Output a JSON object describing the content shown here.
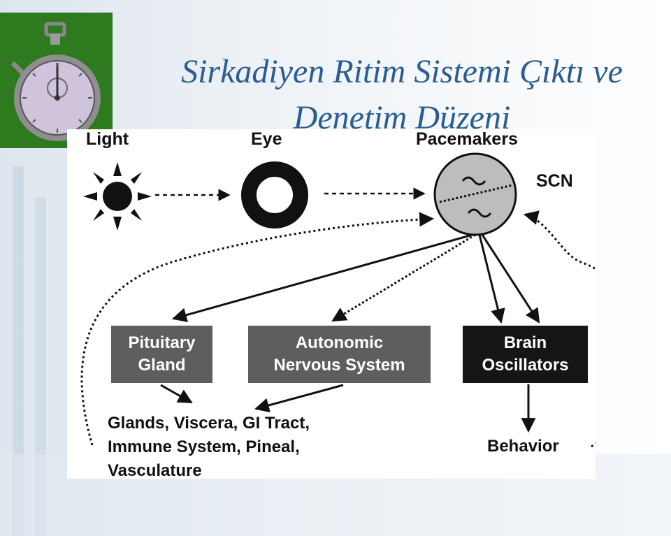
{
  "slide": {
    "title_line1": "Sirkadiyen Ritim Sistemi Çıktı ve",
    "title_line2": "Denetim Düzeni"
  },
  "diagram": {
    "top_labels": {
      "light": "Light",
      "eye": "Eye",
      "pacemakers": "Pacemakers",
      "scn": "SCN"
    },
    "boxes": {
      "pituitary": [
        "Pituitary",
        "Gland"
      ],
      "autonomic": [
        "Autonomic",
        "Nervous System"
      ],
      "brain": [
        "Brain",
        "Oscillators"
      ]
    },
    "outputs": {
      "targets": [
        "Glands, Viscera, GI Tract,",
        "Immune System, Pineal,",
        "Vasculature"
      ],
      "behavior": "Behavior"
    }
  },
  "colors": {
    "title": "#2a5d91",
    "logo_bg": "#2d7a1f",
    "box_grey": "#5e5e5e",
    "box_black": "#151515",
    "scn_fill": "#bdbdbd"
  },
  "icons": {
    "logo": "stopwatch-icon",
    "light": "sun-icon",
    "eye": "ring-eye-icon",
    "scn": "wave-circle-icon"
  }
}
